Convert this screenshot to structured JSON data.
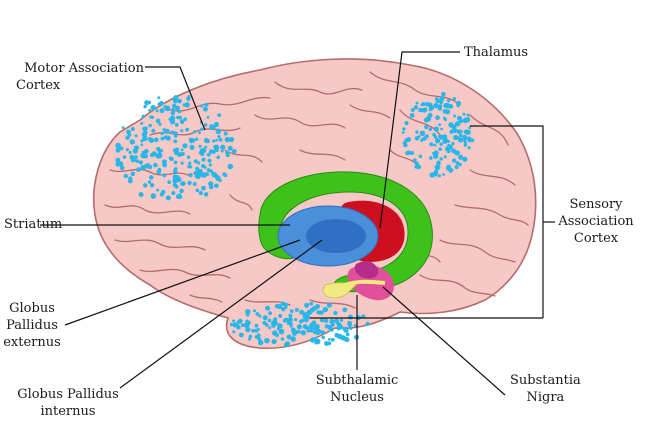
{
  "labels": {
    "motor_association_cortex": [
      "Motor Association",
      "Cortex"
    ],
    "thalamus": [
      "Thalamus"
    ],
    "striatum": [
      "Striatum"
    ],
    "sensory_association_cortex": [
      "Sensory",
      "Association",
      "Cortex"
    ],
    "globus_pallidus_externus": [
      "Globus",
      "Pallidus",
      "externus"
    ],
    "globus_pallidus_internus": [
      "Globus Pallidus",
      "internus"
    ],
    "subthalamic_nucleus": [
      "Subthalamic",
      "Nucleus"
    ],
    "substantia_nigra": [
      "Substantia",
      "Nigra"
    ]
  },
  "colors": {
    "brain_fill": "#f7c9c6",
    "brain_fold": "#b46c6c",
    "striatum": "#3ec11a",
    "globus_pallidus_externus": "#4a8fd9",
    "globus_pallidus_internus": "#2f6fc4",
    "thalamus": "#cc1020",
    "subthalamic_nucleus": "#f1ea7e",
    "substantia_nigra": "#e24f9b",
    "cortex_dots": "#29b6e8",
    "leader_line": "#111111"
  }
}
